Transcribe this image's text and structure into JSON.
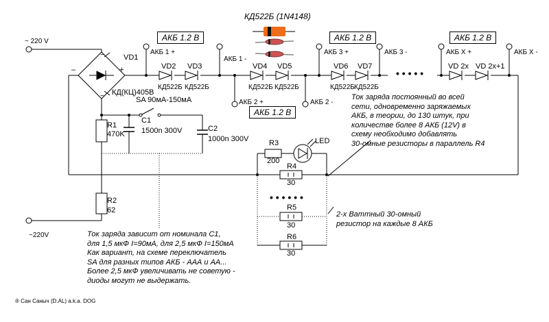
{
  "supply": {
    "top_label": "~ 220 V",
    "bottom_label": "~220V"
  },
  "bridge": {
    "name": "VD1",
    "part": "КД(КЦ)405В",
    "ac_top": "~",
    "ac_bottom": "~",
    "minus": "–",
    "plus": "+"
  },
  "switch": {
    "label": "SA 90мА-150мА"
  },
  "resistors": {
    "r1": {
      "name": "R1",
      "value": "470K"
    },
    "r2": {
      "name": "R2",
      "value": "62"
    },
    "r3": {
      "name": "R3",
      "value": "200"
    },
    "r4": {
      "name": "R4",
      "value": "30"
    },
    "r5": {
      "name": "R5",
      "value": "30"
    },
    "r6": {
      "name": "R6",
      "value": "30"
    }
  },
  "capacitors": {
    "c1": {
      "name": "C1",
      "value": "1500n 300V"
    },
    "c2": {
      "name": "C2",
      "value": "1000n 300V"
    }
  },
  "led": {
    "label": "LED"
  },
  "diodes": [
    {
      "name": "VD2",
      "part": "КД522Б"
    },
    {
      "name": "VD3",
      "part": "КД522Б"
    },
    {
      "name": "VD4",
      "part": "КД522Б"
    },
    {
      "name": "VD5",
      "part": "КД522Б"
    },
    {
      "name": "VD6",
      "part": "КД522Б"
    },
    {
      "name": "VD7",
      "part": "КД522Б"
    },
    {
      "name": "VD 2x",
      "part": ""
    },
    {
      "name": "VD 2x+1",
      "part": ""
    }
  ],
  "diode_header": "КД522Б (1N4148)",
  "battery_boxes": [
    "АКБ 1.2 В",
    "АКБ 1.2 В",
    "АКБ 1.2 В",
    "АКБ 1.2 В"
  ],
  "terminals": [
    "АКБ 1 +",
    "АКБ 1 -",
    "АКБ 2 +",
    "АКБ 2 -",
    "АКБ 3 +",
    "АКБ 3 -",
    "АКБ X +",
    "АКБ X -"
  ],
  "ellipsis_top": "• • • • •",
  "ellipsis_resistors": "• • • • • •",
  "notes": {
    "charge_current": "Ток заряда постоянный  во всей\nсети, одновременно заряжаемых\nАКБ, в теории, до 130 штук, при\nколичестве более 8 АКБ (12V) в\nсхему необходимо добавлять\n30-омные  резисторы в параллель R4",
    "resistor_note": "2-х Ваттный 30-омный\nрезистор на каждые 8 АКБ",
    "capacitor_note": "Ток заряда зависит от номинала С1,\nдля 1,5 мкФ I=90мА, для 2,5 мкФ I=150мА\nКак вариант, на  схеме переключатель\nSA для разных типов АКБ - ААА и АА...\nБолее 2,5 мкФ увеличивать не советую -\nдиоды могут не выдержать."
  },
  "credit": "® Сан Саныч (D.AL) a.k.a. DOG"
}
